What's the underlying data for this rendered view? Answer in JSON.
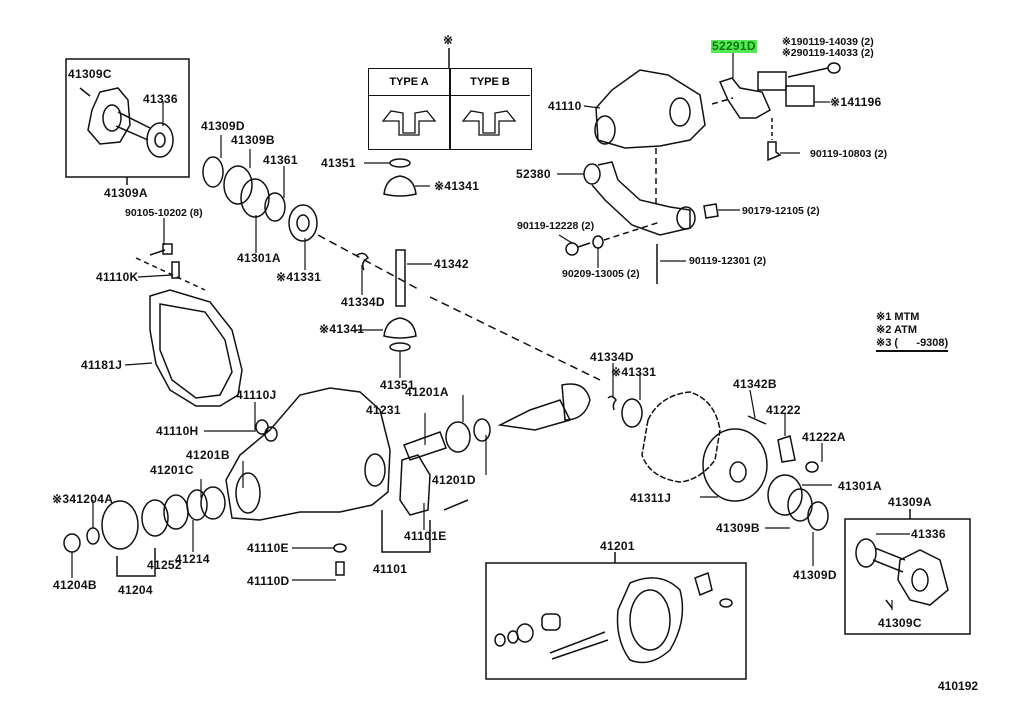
{
  "diagram": {
    "figure_number": "410192",
    "highlight_color": "#57e857",
    "type_table": {
      "marker": "※",
      "columns": [
        "TYPE A",
        "TYPE B"
      ]
    },
    "legend": [
      {
        "marker": "※1",
        "text": "MTM"
      },
      {
        "marker": "※2",
        "text": "ATM"
      },
      {
        "marker": "※3",
        "text": "(      -9308)"
      }
    ],
    "labels": {
      "l41309C_top": "41309C",
      "l41336_top": "41336",
      "l41309A_top": "41309A",
      "l41309D_left": "41309D",
      "l41309B_left": "41309B",
      "l41361": "41361",
      "l41351_top": "41351",
      "l41341_top": "※41341",
      "l90105": "90105-10202 (8)",
      "l41301A_left": "41301A",
      "l41331_left": "※41331",
      "l41110K": "41110K",
      "l41342": "41342",
      "l41334D_left": "41334D",
      "l41341_mid": "※41341",
      "l41351_mid": "41351",
      "l41181J": "41181J",
      "l41110J": "41110J",
      "l41110H": "41110H",
      "l41231": "41231",
      "l41201A": "41201A",
      "l41201B": "41201B",
      "l41201C": "41201C",
      "l41201D": "41201D",
      "l41204A": "※341204A",
      "l41204B": "41204B",
      "l41252": "41252",
      "l41214": "41214",
      "l41204": "41204",
      "l41110E": "41110E",
      "l41110D": "41110D",
      "l41101E": "41101E",
      "l41101": "41101",
      "l41110": "41110",
      "l52291D": "52291D",
      "l90119_14039": "※190119-14039 (2)",
      "l90119_14033": "※290119-14033 (2)",
      "l41196": "※141196",
      "l90119_10803": "90119-10803 (2)",
      "l52380": "52380",
      "l90179": "90179-12105 (2)",
      "l90119_12228": "90119-12228 (2)",
      "l90209": "90209-13005 (2)",
      "l90119_12301": "90119-12301 (2)",
      "l41334D_right": "41334D",
      "l41331_right": "※41331",
      "l41342B": "41342B",
      "l41222": "41222",
      "l41222A": "41222A",
      "l41301A_right": "41301A",
      "l41311J": "41311J",
      "l41309B_right": "41309B",
      "l41309D_right": "41309D",
      "l41309A_right": "41309A",
      "l41336_right": "41336",
      "l41309C_right": "41309C",
      "l41201": "41201"
    }
  }
}
